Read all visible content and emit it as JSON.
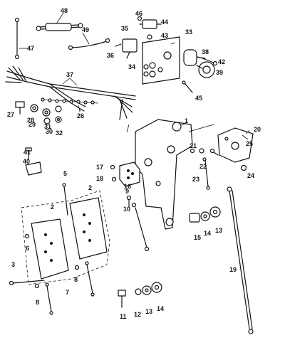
{
  "callouts": [
    {
      "id": "n1",
      "text": "1"
    },
    {
      "id": "n2a",
      "text": "2"
    },
    {
      "id": "n2b",
      "text": "2"
    },
    {
      "id": "n3",
      "text": "3"
    },
    {
      "id": "n5",
      "text": "5"
    },
    {
      "id": "n6",
      "text": "6"
    },
    {
      "id": "n7",
      "text": "7"
    },
    {
      "id": "n8a",
      "text": "8"
    },
    {
      "id": "n8b",
      "text": "8"
    },
    {
      "id": "n9",
      "text": "9"
    },
    {
      "id": "n10",
      "text": "10"
    },
    {
      "id": "n11",
      "text": "11"
    },
    {
      "id": "n12",
      "text": "12"
    },
    {
      "id": "n13a",
      "text": "13"
    },
    {
      "id": "n13b",
      "text": "13"
    },
    {
      "id": "n14a",
      "text": "14"
    },
    {
      "id": "n14b",
      "text": "14"
    },
    {
      "id": "n15",
      "text": "15"
    },
    {
      "id": "n16",
      "text": "16"
    },
    {
      "id": "n17",
      "text": "17"
    },
    {
      "id": "n18",
      "text": "18"
    },
    {
      "id": "n19",
      "text": "19"
    },
    {
      "id": "n20",
      "text": "20"
    },
    {
      "id": "n21",
      "text": "21"
    },
    {
      "id": "n22",
      "text": "22"
    },
    {
      "id": "n23",
      "text": "23"
    },
    {
      "id": "n24",
      "text": "24"
    },
    {
      "id": "n25",
      "text": "25"
    },
    {
      "id": "n26",
      "text": "26"
    },
    {
      "id": "n27",
      "text": "27"
    },
    {
      "id": "n28",
      "text": "28"
    },
    {
      "id": "n29",
      "text": "29"
    },
    {
      "id": "n30",
      "text": "30"
    },
    {
      "id": "n31",
      "text": "31"
    },
    {
      "id": "n32",
      "text": "32"
    },
    {
      "id": "n33",
      "text": "33"
    },
    {
      "id": "n34",
      "text": "34"
    },
    {
      "id": "n35",
      "text": "35"
    },
    {
      "id": "n36",
      "text": "36"
    },
    {
      "id": "n37",
      "text": "37"
    },
    {
      "id": "n38",
      "text": "38"
    },
    {
      "id": "n39",
      "text": "39"
    },
    {
      "id": "n40",
      "text": "40"
    },
    {
      "id": "n41",
      "text": "41"
    },
    {
      "id": "n42",
      "text": "42"
    },
    {
      "id": "n43",
      "text": "43"
    },
    {
      "id": "n44",
      "text": "44"
    },
    {
      "id": "n45",
      "text": "45"
    },
    {
      "id": "n46",
      "text": "46"
    },
    {
      "id": "n47",
      "text": "47"
    },
    {
      "id": "n48",
      "text": "48"
    },
    {
      "id": "n49",
      "text": "49"
    }
  ]
}
